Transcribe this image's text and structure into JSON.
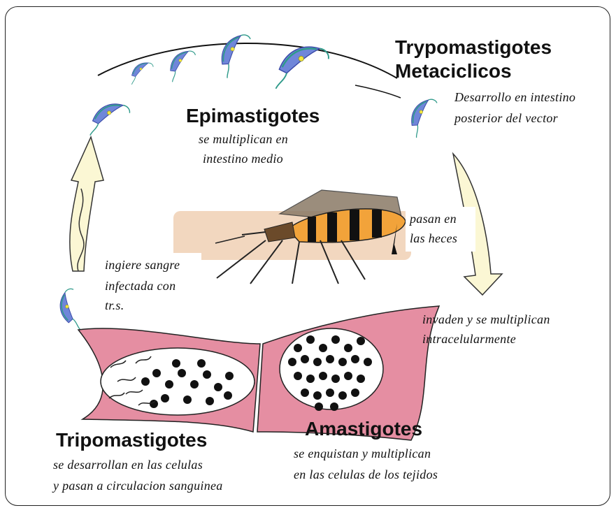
{
  "labels": {
    "trypo_meta_title_1": "Trypomastigotes",
    "trypo_meta_title_2": "Metaciclicos",
    "trypo_meta_desc_1": "Desarrollo en intestino",
    "trypo_meta_desc_2": "posterior del vector",
    "epi_title": "Epimastigotes",
    "epi_desc_1": "se multiplican en",
    "epi_desc_2": "intestino medio",
    "heces_1": "pasan en",
    "heces_2": "las heces",
    "ingiere_1": "ingiere sangre",
    "ingiere_2": "infectada con",
    "ingiere_3": "tr.s.",
    "invaden_1": "invaden y se multiplican",
    "invaden_2": "intracelularmente",
    "tripo_title": "Tripomastigotes",
    "tripo_desc_1": "se desarrollan en las celulas",
    "tripo_desc_2": "y pasan a circulacion sanguinea",
    "ama_title": "Amastigotes",
    "ama_desc_1": "se enquistan y multiplican",
    "ama_desc_2": "en las celulas de los tejidos"
  },
  "colors": {
    "parasite_body": "#6f86d9",
    "parasite_edge": "#3b4aa8",
    "flagellum": "#2f9a8a",
    "nucleus": "#f2e640",
    "arrow_fill": "#fbf7d4",
    "tissue": "#e58ea2",
    "insect_band": "#f2a33a"
  }
}
